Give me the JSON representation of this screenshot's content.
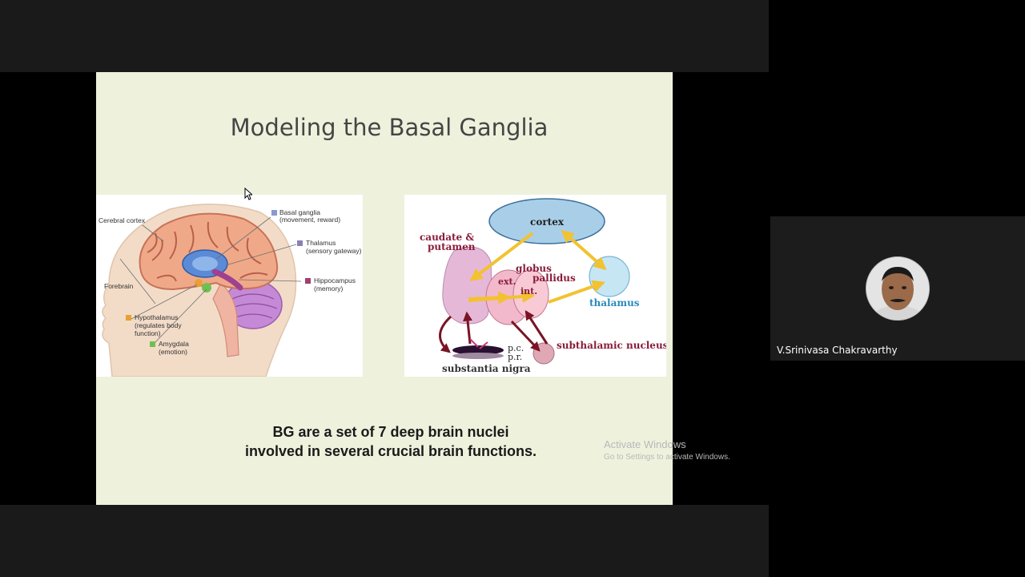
{
  "slide": {
    "title": "Modeling the Basal Ganglia",
    "caption_line1": "BG are a set of 7 deep brain nuclei",
    "caption_line2": "involved in several crucial brain functions."
  },
  "brain_figure": {
    "cerebral_cortex": "Cerebral cortex",
    "forebrain": "Forebrain",
    "basal_ganglia": "Basal ganglia",
    "basal_ganglia_note": "(movement, reward)",
    "thalamus": "Thalamus",
    "thalamus_note": "(sensory gateway)",
    "hippocampus": "Hippocampus",
    "hippocampus_note": "(memory)",
    "hypothalamus": "Hypothalamus",
    "hypothalamus_note1": "(regulates body",
    "hypothalamus_note2": "function)",
    "amygdala": "Amygdala",
    "amygdala_note": "(emotion)",
    "colors": {
      "basal_ganglia": "#8a9ad0",
      "thalamus": "#8a80b8",
      "hippocampus": "#a04070",
      "hypothalamus": "#e8a030",
      "amygdala": "#70c050"
    }
  },
  "circuit_figure": {
    "cortex": "cortex",
    "caudate_1": "caudate &",
    "caudate_2": "putamen",
    "globus": "globus",
    "pallidus": "pallidus",
    "ext": "ext.",
    "int": "int.",
    "thalamus": "thalamus",
    "pc": "p.c.",
    "pr": "p.r.",
    "subthalamic": "subthalamic nucleus",
    "substantia": "substantia nigra"
  },
  "watermark": {
    "title": "Activate Windows",
    "subtitle": "Go to Settings to activate Windows."
  },
  "participant": {
    "name": "V.Srinivasa Chakravarthy"
  }
}
